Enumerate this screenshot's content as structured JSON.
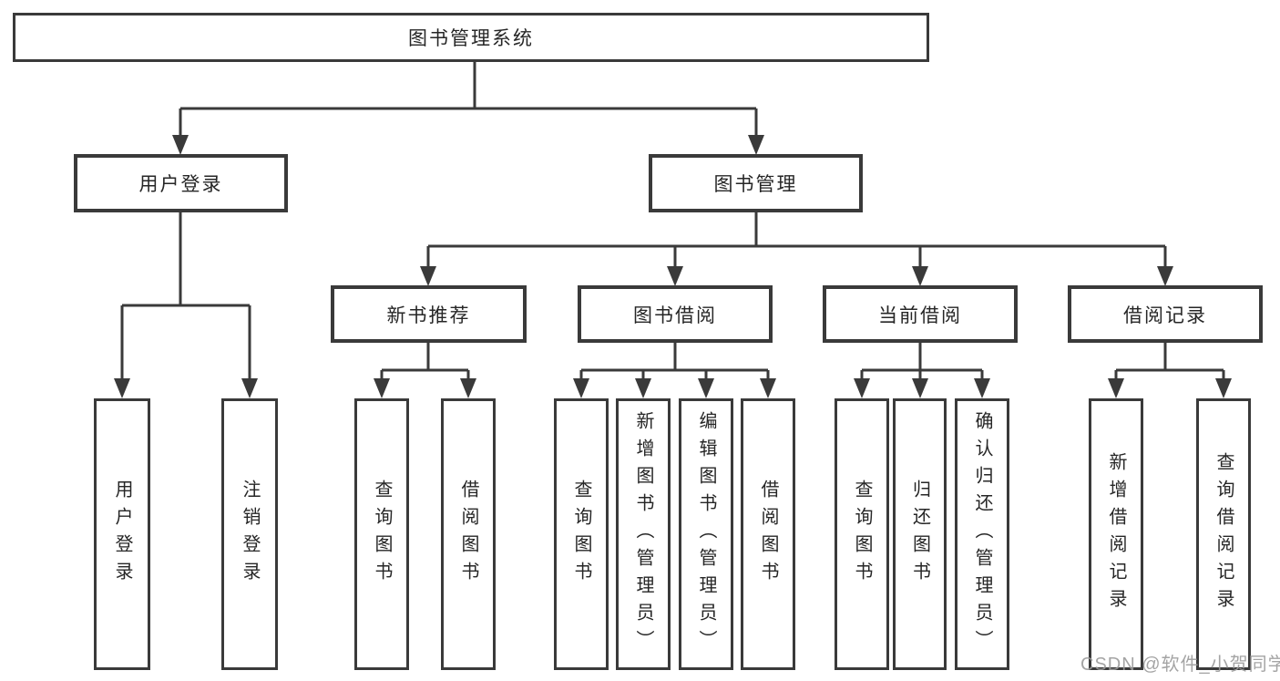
{
  "diagram": {
    "root": {
      "label": "图书管理系统"
    },
    "branches": [
      {
        "label": "用户登录",
        "children": [
          {
            "label": "用户登录"
          },
          {
            "label": "注销登录"
          }
        ]
      },
      {
        "label": "图书管理",
        "groups": [
          {
            "label": "新书推荐",
            "children": [
              {
                "label": "查询图书"
              },
              {
                "label": "借阅图书"
              }
            ]
          },
          {
            "label": "图书借阅",
            "children": [
              {
                "label": "查询图书"
              },
              {
                "label": "新增图书（管理员）"
              },
              {
                "label": "编辑图书（管理员）"
              },
              {
                "label": "借阅图书"
              }
            ]
          },
          {
            "label": "当前借阅",
            "children": [
              {
                "label": "查询图书"
              },
              {
                "label": "归还图书"
              },
              {
                "label": "确认归还（管理员）"
              }
            ]
          },
          {
            "label": "借阅记录",
            "children": [
              {
                "label": "新增借阅记录"
              },
              {
                "label": "查询借阅记录"
              }
            ]
          }
        ]
      }
    ]
  },
  "watermark": {
    "text": "CSDN @软件_小贺同学"
  },
  "colors": {
    "line": "#3a3a3a",
    "box_border": "#3a3a3a",
    "text": "#262626",
    "watermark": "#9b9b9b",
    "background": "#ffffff"
  }
}
